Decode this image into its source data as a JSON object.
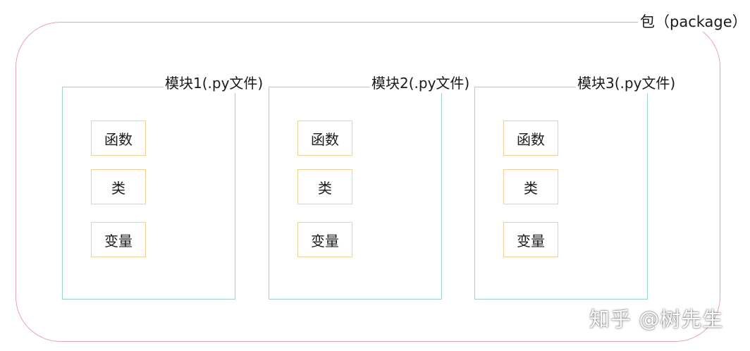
{
  "package": {
    "label": "包（package）"
  },
  "modules": [
    {
      "label": "模块1(.py文件)",
      "items": [
        "函数",
        "类",
        "变量"
      ]
    },
    {
      "label": "模块2(.py文件)",
      "items": [
        "函数",
        "类",
        "变量"
      ]
    },
    {
      "label": "模块3(.py文件)",
      "items": [
        "函数",
        "类",
        "变量"
      ]
    }
  ],
  "watermark": "知乎 @树先生",
  "colors": {
    "package_border": "#e7a3ad",
    "module_border": "#9ed5c4",
    "item_border": "#f3cf95"
  }
}
